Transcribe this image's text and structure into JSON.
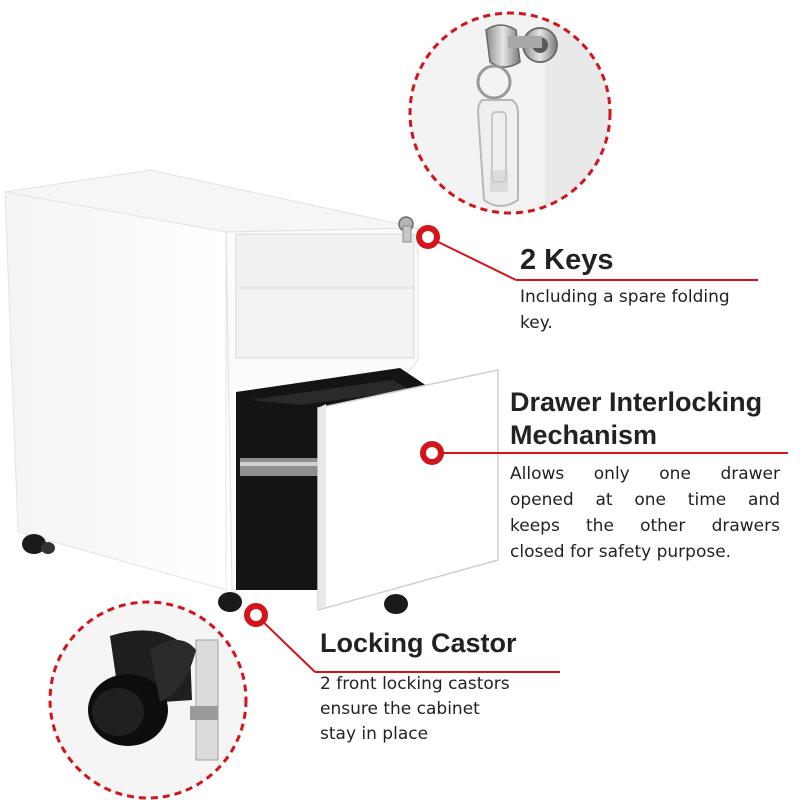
{
  "accent_color": "#d4141b",
  "callouts": {
    "keys": {
      "title": "2 Keys",
      "lines": [
        "Including a spare folding",
        "key."
      ]
    },
    "interlock": {
      "title_lines": [
        "Drawer Interlocking",
        "Mechanism"
      ],
      "lines": [
        "Allows only one drawer",
        "opened at one time and",
        "keeps the other drawers",
        "closed for safety purpose."
      ]
    },
    "castor": {
      "title": "Locking Castor",
      "lines": [
        "2 front locking castors",
        "ensure the cabinet",
        "stay in place"
      ]
    }
  },
  "icons": [
    "lock-key-detail",
    "castor-wheel-detail",
    "callout-marker"
  ]
}
